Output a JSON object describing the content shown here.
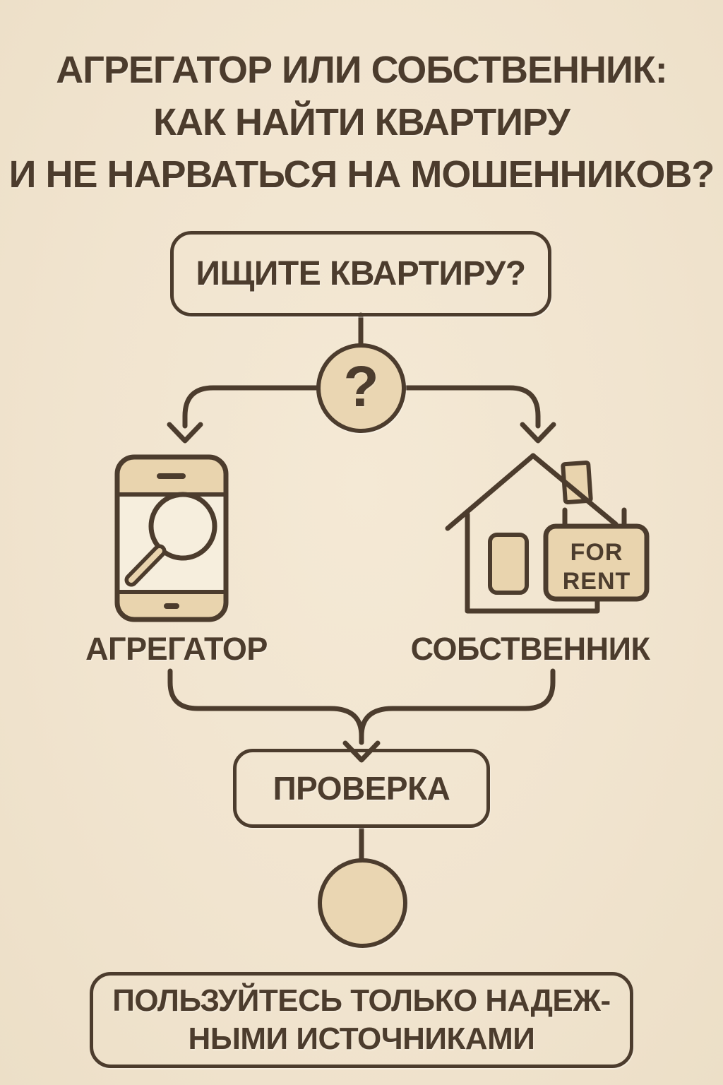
{
  "title": {
    "line1": "АГРЕГАТОР ИЛИ СОБСТВЕННИК:",
    "line2": "КАК НАЙТИ КВАРТИРУ",
    "line3": "И НЕ НАРВАТЬСЯ НА МОШЕННИКОВ?"
  },
  "flow": {
    "start_box_label": "ИЩИТЕ КВАРТИРУ?",
    "decision_symbol": "?",
    "left_option": {
      "label": "АГРЕГАТОР",
      "icon": "phone-search-icon"
    },
    "right_option": {
      "label": "СОБСТВЕННИК",
      "icon": "house-for-rent-icon",
      "sign_line1": "FOR",
      "sign_line2": "RENT"
    },
    "check_box_label": "ПРОВЕРКА",
    "result_icon": "checkmark-icon",
    "final_box_line1": "ПОЛЬЗУЙТЕСЬ ТОЛЬКО НАДЕЖ-",
    "final_box_line2": "НЫМИ ИСТОЧНИКАМИ"
  },
  "colors": {
    "background": "#f2e5d0",
    "ink": "#4c3c2d",
    "tan_fill": "#e9d4ae",
    "screen_fill": "#f6eedd"
  }
}
